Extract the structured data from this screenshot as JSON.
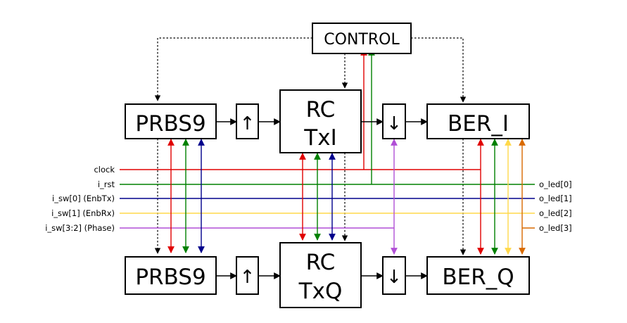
{
  "blocks": {
    "control": "CONTROL",
    "prbs_top": "PRBS9",
    "prbs_bottom": "PRBS9",
    "rc_txi_line1": "RC",
    "rc_txi_line2": "TxI",
    "rc_txq_line1": "RC",
    "rc_txq_line2": "TxQ",
    "ber_i": "BER_I",
    "ber_q": "BER_Q"
  },
  "arrow_glyphs": {
    "up": "↑",
    "down": "↓"
  },
  "inputs": {
    "clock": "clock",
    "rst": "i_rst",
    "sw0": "i_sw[0] (EnbTx)",
    "sw1": "i_sw[1] (EnbRx)",
    "sw32": "i_sw[3:2] (Phase)"
  },
  "outputs": {
    "led0": "o_led[0]",
    "led1": "o_led[1]",
    "led2": "o_led[2]",
    "led3": "o_led[3]"
  },
  "colors": {
    "clock": "#e00000",
    "rst": "#008000",
    "sw0": "#00008b",
    "sw1": "#ffd84a",
    "phase": "#b04fd6",
    "led3": "#d96a00",
    "black": "#000000"
  }
}
